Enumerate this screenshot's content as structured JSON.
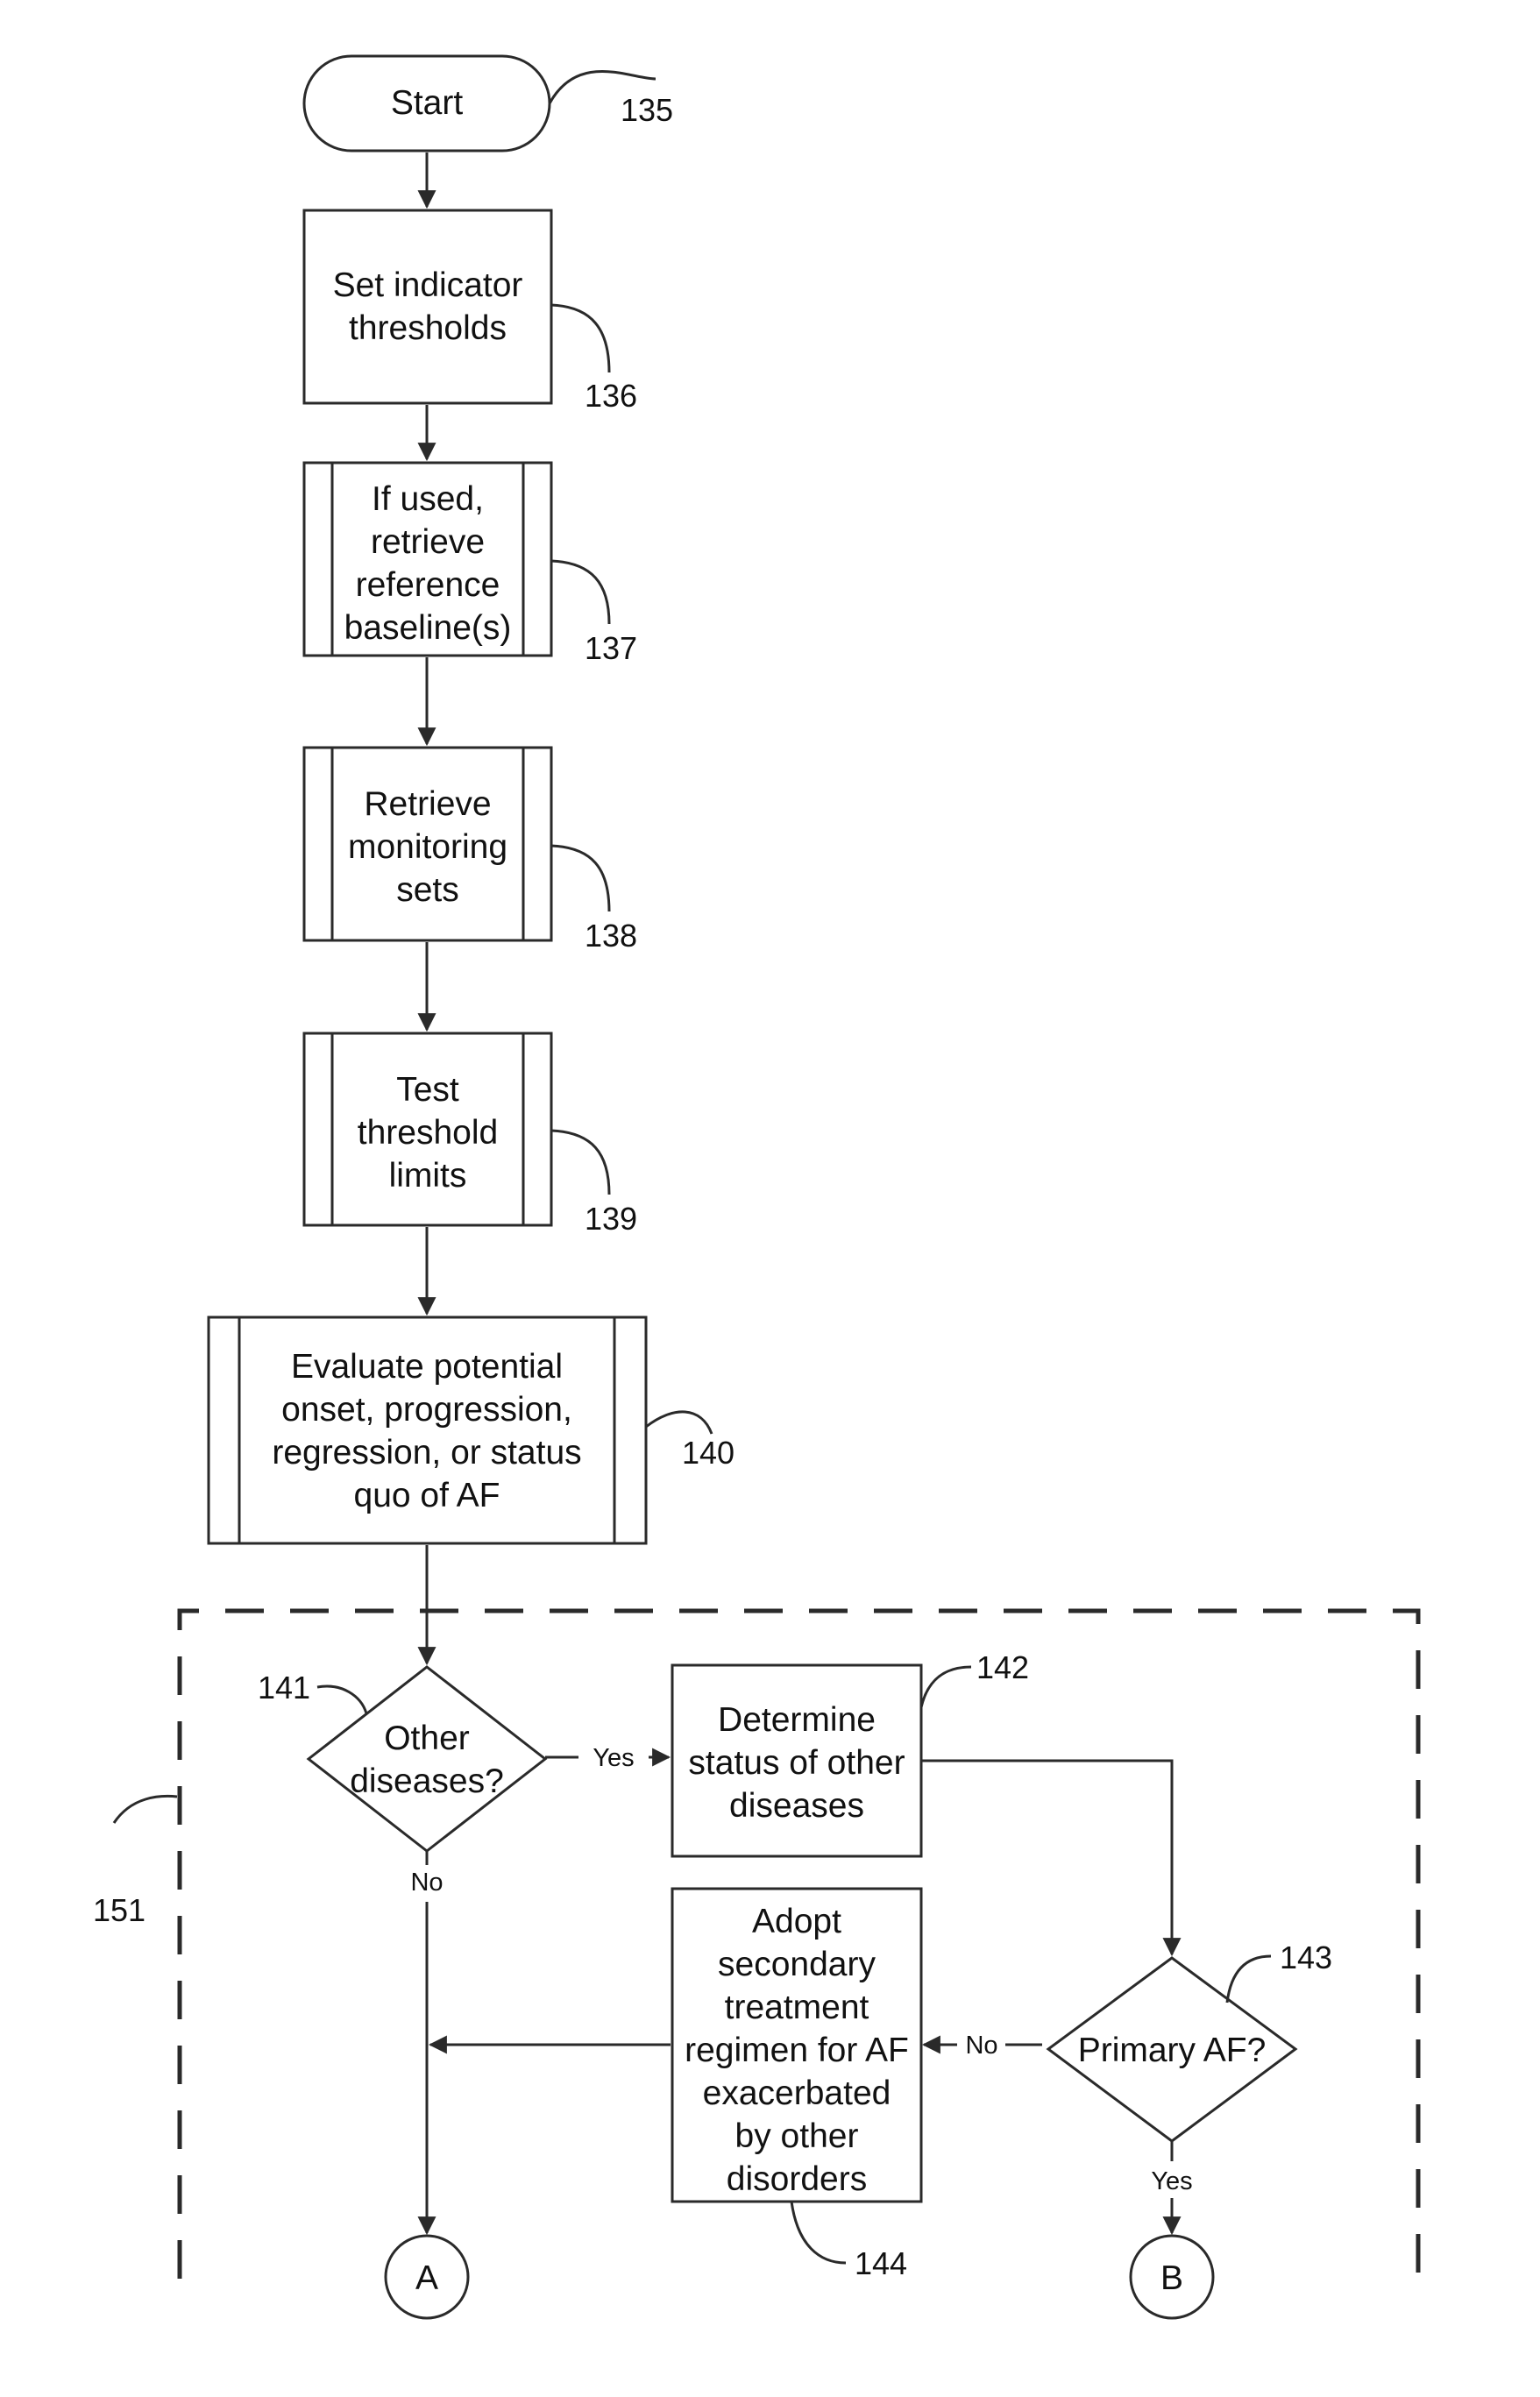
{
  "nodes": {
    "start": {
      "text": "Start",
      "ref": "135"
    },
    "set_thresholds": {
      "lines": [
        "Set indicator",
        "thresholds"
      ],
      "ref": "136"
    },
    "retrieve_baseline": {
      "lines": [
        "If used,",
        "retrieve",
        "reference",
        "baseline(s)"
      ],
      "ref": "137"
    },
    "retrieve_sets": {
      "lines": [
        "Retrieve",
        "monitoring",
        "sets"
      ],
      "ref": "138"
    },
    "test_limits": {
      "lines": [
        "Test",
        "threshold",
        "limits"
      ],
      "ref": "139"
    },
    "evaluate": {
      "lines": [
        "Evaluate potential",
        "onset, progression,",
        "regression, or status",
        "quo of AF"
      ],
      "ref": "140"
    },
    "other_diseases": {
      "lines": [
        "Other",
        "diseases?"
      ],
      "ref": "141"
    },
    "determine_status": {
      "lines": [
        "Determine",
        "status of other",
        "diseases"
      ],
      "ref": "142"
    },
    "primary_af": {
      "text": "Primary AF?",
      "ref": "143"
    },
    "adopt_secondary": {
      "lines": [
        "Adopt",
        "secondary",
        "treatment",
        "regimen for AF",
        "exacerbated",
        "by other",
        "disorders"
      ],
      "ref": "144"
    },
    "connector_a": {
      "text": "A"
    },
    "connector_b": {
      "text": "B"
    }
  },
  "region": {
    "ref": "151"
  },
  "edges": {
    "yes": "Yes",
    "no": "No"
  }
}
